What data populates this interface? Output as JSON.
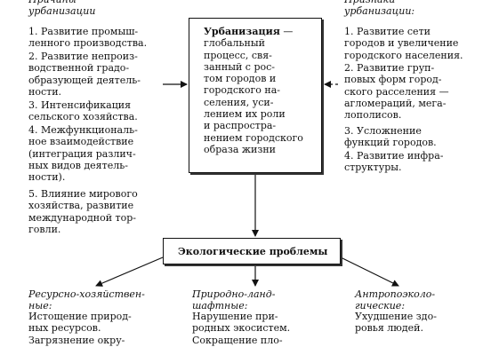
{
  "causes": {
    "heading": "Причины\nурбанизации",
    "items": [
      "1. Развитие промыш-\nленного производства.",
      "2. Развитие непроиз-\nводственной градо-\nобразующей деятель-\nности.",
      "3. Интенсификация\nсельского хозяйства.",
      "4. Межфункциональ-\nное взаимодействие\n(интеграция различ-\nных видов деятель-\nности).",
      "5. Влияние мирового\nхозяйства, развитие\nмеждународной тор-\nговли."
    ]
  },
  "signs": {
    "heading": "Признаки\nурбанизации:",
    "items": [
      "1. Развитие сети\nгородов и увеличение\nгородского населения.",
      "2. Развитие груп-\nповых форм город-\nского расселения —\nагломераций, мега-\nлополисов.",
      "3. Усложнение\nфункций городов.",
      "4. Развитие инфра-\nструктуры."
    ]
  },
  "center": {
    "title": "Урбанизация",
    "dash": " —",
    "body": "глобальный\nпроцесс, свя-\nзанный с рос-\nтом городов и\nгородского на-\nселения, уси-\nлением их роли\nи распростра-\nнением городского\nобраза жизни"
  },
  "eco": {
    "title": "Экологические проблемы"
  },
  "bottom": [
    {
      "heading": "Ресурсно-хозяйствен-\nные:",
      "text": "Истощение природ-\nных ресурсов.\nЗагрязнение окру-"
    },
    {
      "heading": "Природно-ланд-\nшафтные:",
      "text": "Нарушение при-\nродных экосистем.\nСокращение пло-"
    },
    {
      "heading": "Антропоэколо-\nгические:",
      "text": "Ухудшение здо-\nровья людей."
    }
  ]
}
